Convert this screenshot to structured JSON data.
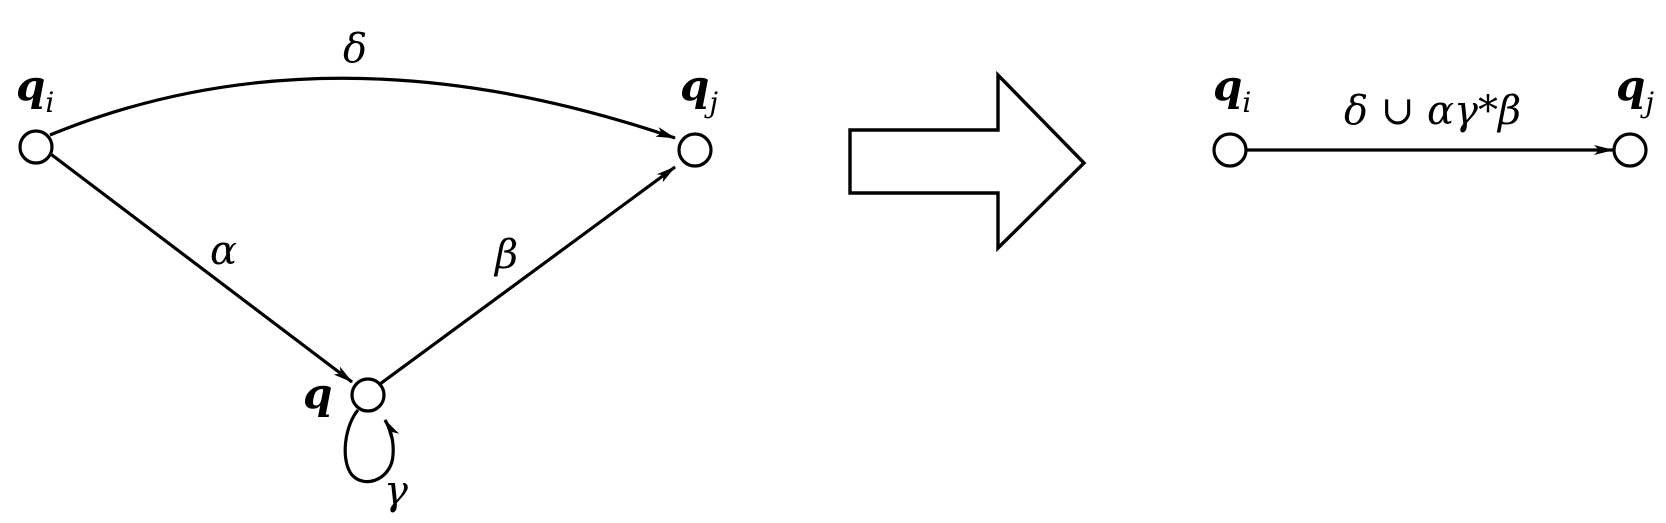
{
  "left_diagram": {
    "nodes": {
      "qi": {
        "name": "q",
        "sub": "i"
      },
      "qj": {
        "name": "q",
        "sub": "j"
      },
      "q": {
        "name": "q"
      }
    },
    "edges": {
      "qi_qj": "δ",
      "qi_q": "α",
      "q_qj": "β",
      "q_loop": "γ"
    }
  },
  "right_diagram": {
    "nodes": {
      "qi": {
        "name": "q",
        "sub": "i"
      },
      "qj": {
        "name": "q",
        "sub": "j"
      }
    },
    "edge_label": "δ ∪ αγ*β"
  }
}
